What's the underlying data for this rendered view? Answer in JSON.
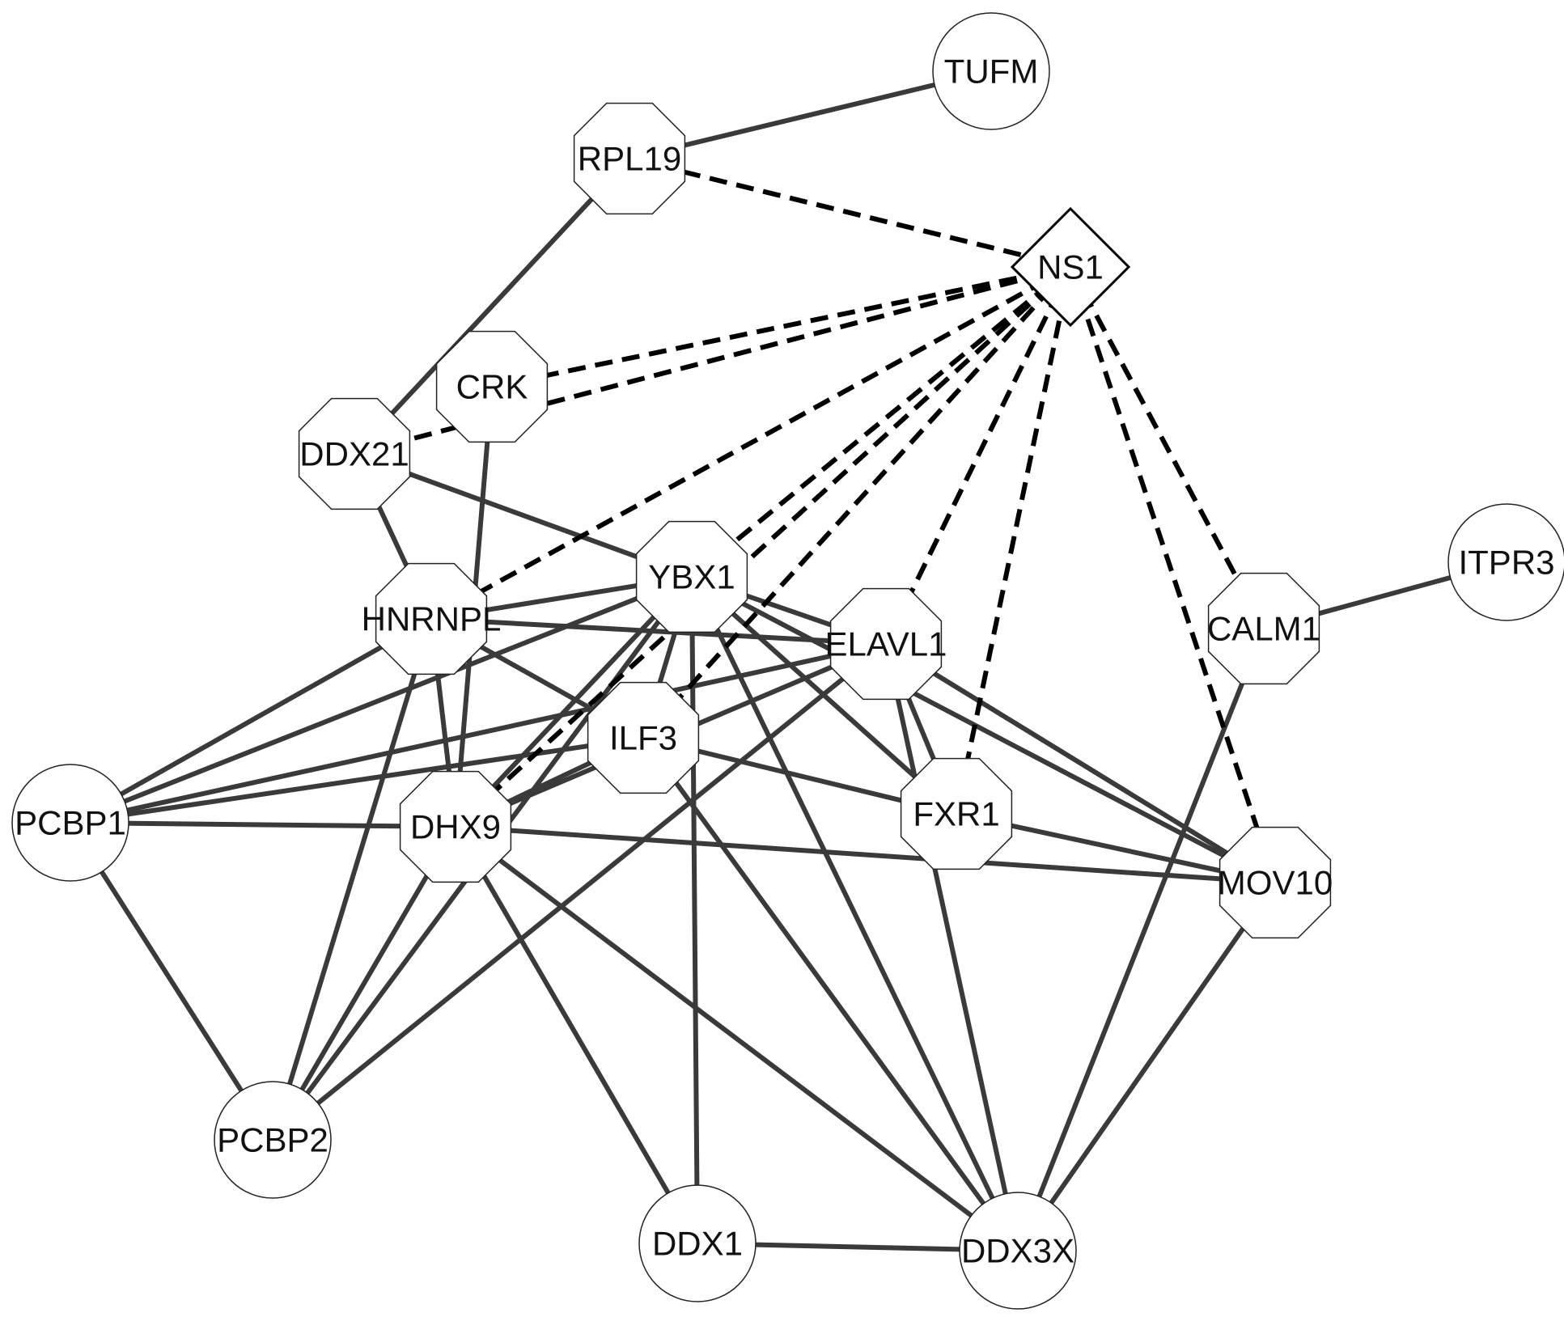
{
  "network": {
    "nodes": [
      {
        "id": "TUFM",
        "label": "TUFM",
        "shape": "circle"
      },
      {
        "id": "RPL19",
        "label": "RPL19",
        "shape": "octagon"
      },
      {
        "id": "NS1",
        "label": "NS1",
        "shape": "diamond"
      },
      {
        "id": "CRK",
        "label": "CRK",
        "shape": "octagon"
      },
      {
        "id": "DDX21",
        "label": "DDX21",
        "shape": "octagon"
      },
      {
        "id": "YBX1",
        "label": "YBX1",
        "shape": "octagon"
      },
      {
        "id": "HNRNPL",
        "label": "HNRNPL",
        "shape": "octagon"
      },
      {
        "id": "ELAVL1",
        "label": "ELAVL1",
        "shape": "octagon"
      },
      {
        "id": "CALM1",
        "label": "CALM1",
        "shape": "octagon"
      },
      {
        "id": "ITPR3",
        "label": "ITPR3",
        "shape": "circle"
      },
      {
        "id": "ILF3",
        "label": "ILF3",
        "shape": "octagon"
      },
      {
        "id": "PCBP1",
        "label": "PCBP1",
        "shape": "circle"
      },
      {
        "id": "DHX9",
        "label": "DHX9",
        "shape": "octagon"
      },
      {
        "id": "FXR1",
        "label": "FXR1",
        "shape": "octagon"
      },
      {
        "id": "MOV10",
        "label": "MOV10",
        "shape": "octagon"
      },
      {
        "id": "PCBP2",
        "label": "PCBP2",
        "shape": "circle"
      },
      {
        "id": "DDX1",
        "label": "DDX1",
        "shape": "circle"
      },
      {
        "id": "DDX3X",
        "label": "DDX3X",
        "shape": "circle"
      }
    ],
    "edges": [
      {
        "source": "RPL19",
        "target": "TUFM",
        "style": "solid"
      },
      {
        "source": "RPL19",
        "target": "DDX21",
        "style": "solid"
      },
      {
        "source": "CRK",
        "target": "DHX9",
        "style": "solid"
      },
      {
        "source": "DDX21",
        "target": "YBX1",
        "style": "solid"
      },
      {
        "source": "DDX21",
        "target": "HNRNPL",
        "style": "solid"
      },
      {
        "source": "CALM1",
        "target": "ITPR3",
        "style": "solid"
      },
      {
        "source": "CALM1",
        "target": "DDX3X",
        "style": "solid"
      },
      {
        "source": "YBX1",
        "target": "HNRNPL",
        "style": "solid"
      },
      {
        "source": "YBX1",
        "target": "ELAVL1",
        "style": "solid"
      },
      {
        "source": "YBX1",
        "target": "PCBP1",
        "style": "solid"
      },
      {
        "source": "YBX1",
        "target": "DHX9",
        "style": "solid"
      },
      {
        "source": "YBX1",
        "target": "ILF3",
        "style": "solid"
      },
      {
        "source": "YBX1",
        "target": "DDX1",
        "style": "solid"
      },
      {
        "source": "YBX1",
        "target": "DDX3X",
        "style": "solid"
      },
      {
        "source": "YBX1",
        "target": "PCBP2",
        "style": "solid"
      },
      {
        "source": "YBX1",
        "target": "MOV10",
        "style": "solid"
      },
      {
        "source": "YBX1",
        "target": "FXR1",
        "style": "solid"
      },
      {
        "source": "HNRNPL",
        "target": "ELAVL1",
        "style": "solid"
      },
      {
        "source": "HNRNPL",
        "target": "PCBP1",
        "style": "solid"
      },
      {
        "source": "HNRNPL",
        "target": "DHX9",
        "style": "solid"
      },
      {
        "source": "HNRNPL",
        "target": "PCBP2",
        "style": "solid"
      },
      {
        "source": "HNRNPL",
        "target": "ILF3",
        "style": "solid"
      },
      {
        "source": "ELAVL1",
        "target": "PCBP1",
        "style": "solid"
      },
      {
        "source": "ELAVL1",
        "target": "DHX9",
        "style": "solid"
      },
      {
        "source": "ELAVL1",
        "target": "FXR1",
        "style": "solid"
      },
      {
        "source": "ELAVL1",
        "target": "MOV10",
        "style": "solid"
      },
      {
        "source": "ELAVL1",
        "target": "DDX3X",
        "style": "solid"
      },
      {
        "source": "ELAVL1",
        "target": "PCBP2",
        "style": "solid"
      },
      {
        "source": "ILF3",
        "target": "DHX9",
        "style": "solid"
      },
      {
        "source": "ILF3",
        "target": "FXR1",
        "style": "solid"
      },
      {
        "source": "ILF3",
        "target": "DDX3X",
        "style": "solid"
      },
      {
        "source": "ILF3",
        "target": "PCBP1",
        "style": "solid"
      },
      {
        "source": "PCBP1",
        "target": "DHX9",
        "style": "solid"
      },
      {
        "source": "PCBP1",
        "target": "PCBP2",
        "style": "solid"
      },
      {
        "source": "DHX9",
        "target": "MOV10",
        "style": "solid"
      },
      {
        "source": "DHX9",
        "target": "DDX1",
        "style": "solid"
      },
      {
        "source": "DHX9",
        "target": "DDX3X",
        "style": "solid"
      },
      {
        "source": "DHX9",
        "target": "PCBP2",
        "style": "solid"
      },
      {
        "source": "FXR1",
        "target": "MOV10",
        "style": "solid"
      },
      {
        "source": "MOV10",
        "target": "DDX3X",
        "style": "solid"
      },
      {
        "source": "DDX1",
        "target": "DDX3X",
        "style": "solid"
      },
      {
        "source": "RPL19",
        "target": "NS1",
        "style": "dashed"
      },
      {
        "source": "NS1",
        "target": "CRK",
        "style": "dashed"
      },
      {
        "source": "NS1",
        "target": "DDX21",
        "style": "dashed"
      },
      {
        "source": "NS1",
        "target": "HNRNPL",
        "style": "dashed"
      },
      {
        "source": "NS1",
        "target": "YBX1",
        "style": "dashed"
      },
      {
        "source": "NS1",
        "target": "ILF3",
        "style": "dashed"
      },
      {
        "source": "NS1",
        "target": "DHX9",
        "style": "dashed"
      },
      {
        "source": "NS1",
        "target": "ELAVL1",
        "style": "dashed"
      },
      {
        "source": "NS1",
        "target": "FXR1",
        "style": "dashed"
      },
      {
        "source": "NS1",
        "target": "CALM1",
        "style": "dashed"
      },
      {
        "source": "NS1",
        "target": "MOV10",
        "style": "dashed"
      }
    ]
  }
}
